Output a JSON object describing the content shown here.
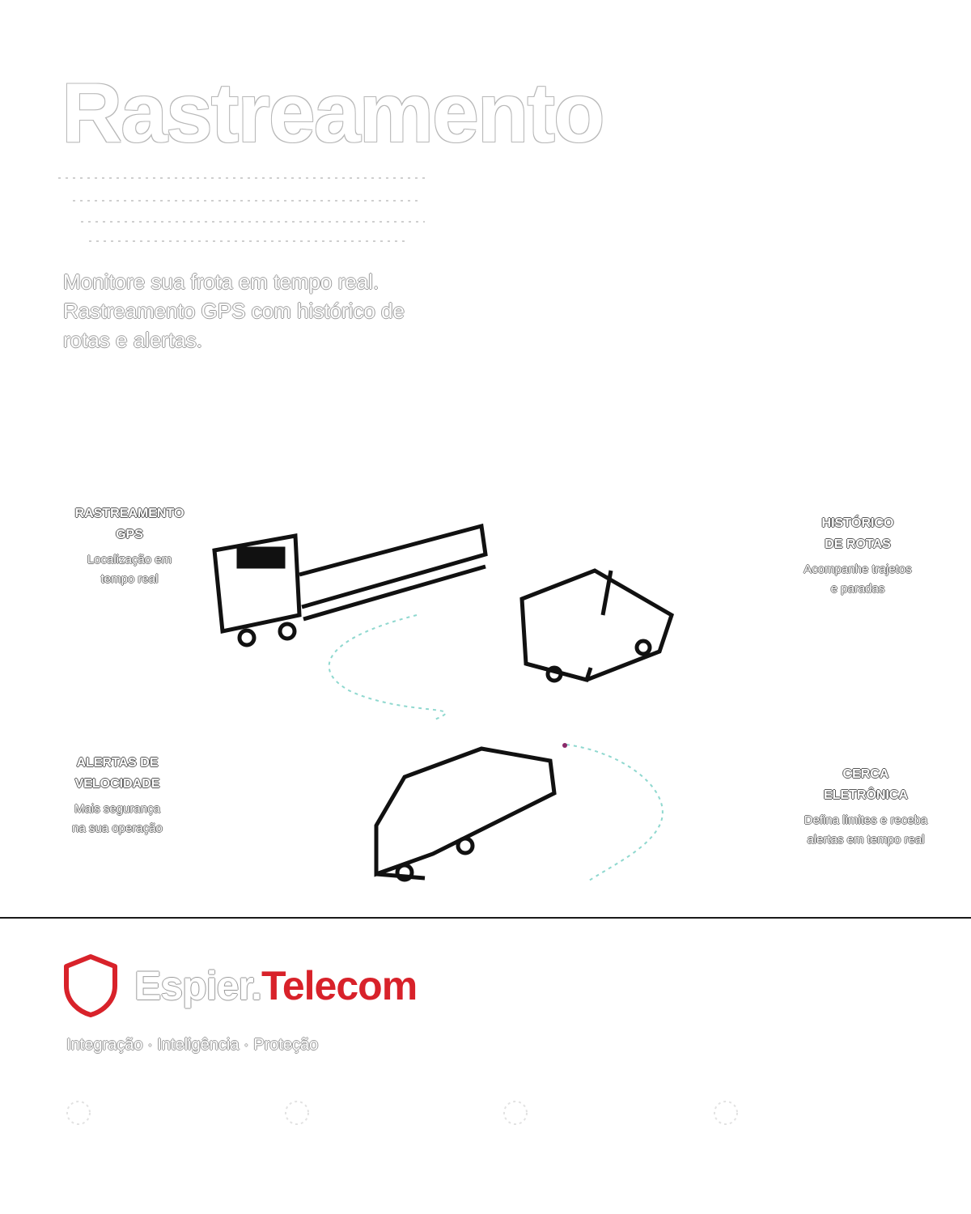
{
  "headline": "Rastreamento",
  "subtitle": "Monitore sua frota em tempo real. Rastreamento GPS com histórico de rotas e alertas.",
  "features": [
    {
      "title": "RASTREAMENTO\nGPS",
      "desc": "Localização em\ntempo real"
    },
    {
      "title": "HISTÓRICO\nDE ROTAS",
      "desc": "Acompanhe trajetos\ne paradas"
    },
    {
      "title": "ALERTAS DE\nVELOCIDADE",
      "desc": "Mais segurança\nna sua operação"
    },
    {
      "title": "CERCA\nELETRÔNICA",
      "desc": "Defina limites e receba\nalertas em tempo real"
    }
  ],
  "brand": {
    "name_part1": "Espier.",
    "name_part2": "Telecom",
    "tagline": "Integração · Inteligência · Proteção"
  },
  "colors": {
    "accent": "#d8222a",
    "route": "#8fd8cf",
    "dark": "#1a1a1a"
  }
}
